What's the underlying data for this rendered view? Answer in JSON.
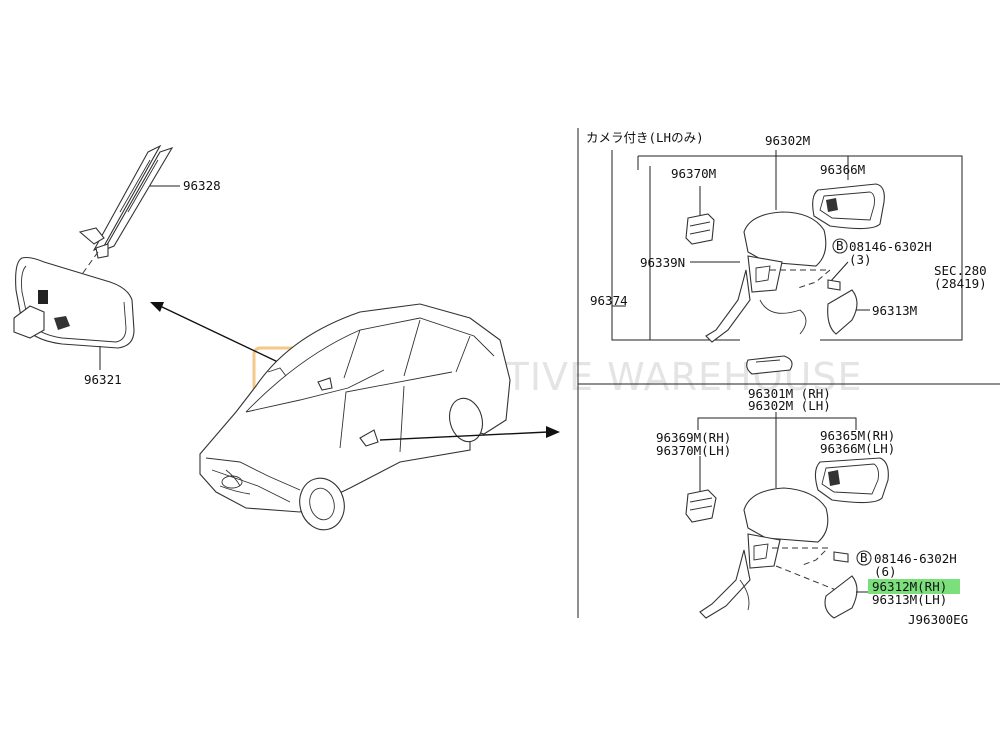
{
  "diagram": {
    "code": "J96300EG",
    "watermark": "AUTOMOTIVE WAREHOUSE",
    "watermark_logo": "AW",
    "highlight_color": "#7be07b",
    "left": {
      "p96328": "96328",
      "p96321": "96321"
    },
    "upper": {
      "camera_note": "カメラ付き(LHのみ)",
      "p96302m": "96302M",
      "p96370m": "96370M",
      "p96366m": "96366M",
      "bolt_marker": "B",
      "bolt": "08146-6302H",
      "bolt_qty": "(3)",
      "p96339n": "96339N",
      "sec_a": "SEC.280",
      "sec_b": "(28419)",
      "p96374": "96374",
      "p96313m": "96313M"
    },
    "lower": {
      "p96301m": "96301M (RH)",
      "p96302m": "96302M (LH)",
      "p96369m": "96369M(RH)",
      "p96370m": "96370M(LH)",
      "p96365m": "96365M(RH)",
      "p96366m": "96366M(LH)",
      "bolt_marker": "B",
      "bolt": "08146-6302H",
      "bolt_qty": "(6)",
      "p96312m": "96312M(RH)",
      "p96313m": "96313M(LH)"
    }
  }
}
